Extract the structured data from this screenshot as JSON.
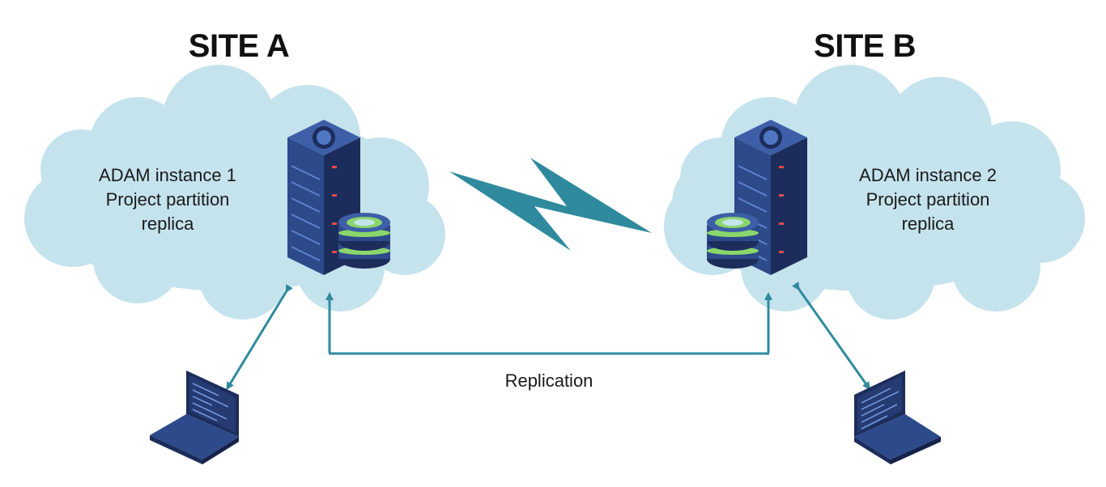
{
  "site_a": {
    "title": "SITE A",
    "instance_lines": [
      "ADAM instance 1",
      "Project partition",
      "replica"
    ]
  },
  "site_b": {
    "title": "SITE B",
    "instance_lines": [
      "ADAM instance 2",
      "Project partition",
      "replica"
    ]
  },
  "replication_label": "Replication",
  "colors": {
    "cloud": "#c5e3ec",
    "link": "#2f8a9e",
    "server_dark": "#1c2d5c",
    "server_mid": "#2d4a8a",
    "db_stripe": "#8bd66b",
    "laptop": "#253b72"
  },
  "icons": [
    "server-rack-icon",
    "database-icon",
    "laptop-icon",
    "lightning-bolt-icon"
  ]
}
